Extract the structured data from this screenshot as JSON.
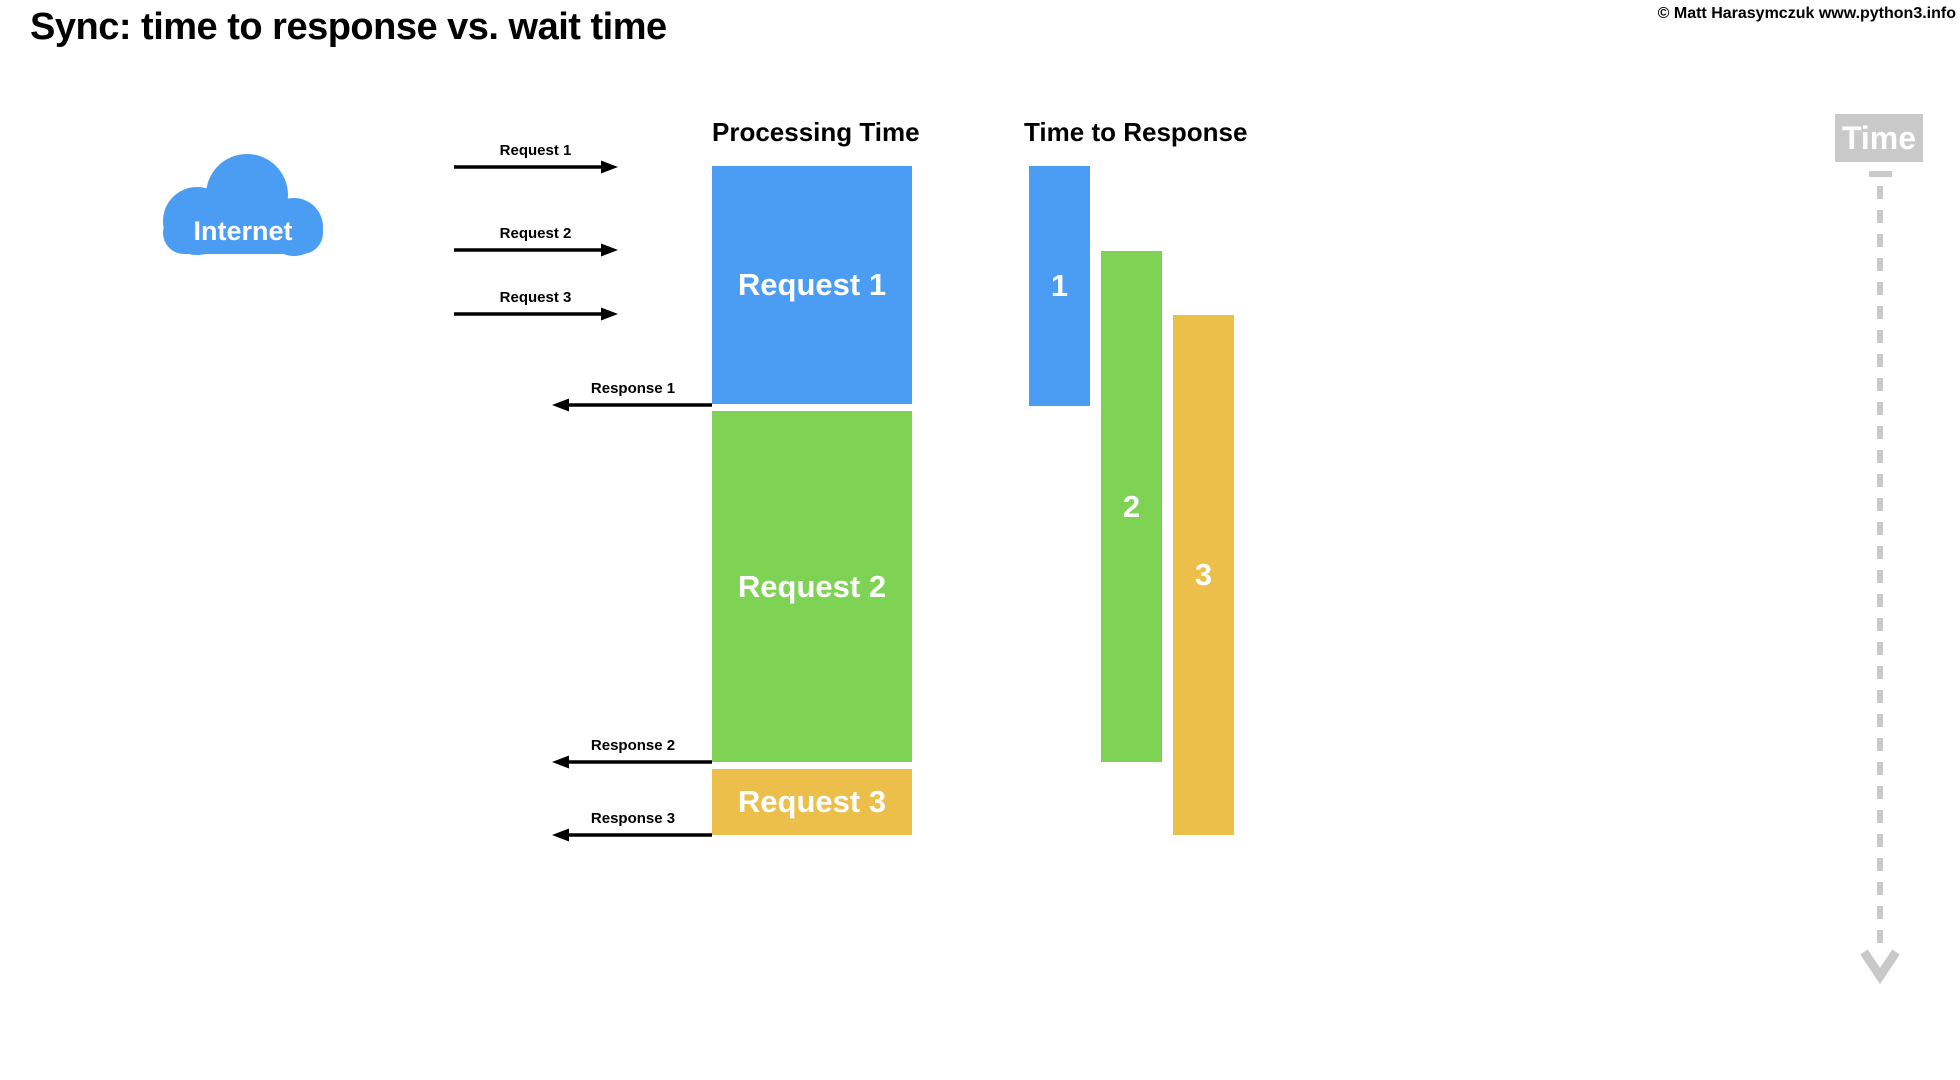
{
  "page": {
    "title": "Sync: time to response vs. wait time",
    "copyright": "© Matt Harasymczuk www.python3.info"
  },
  "cloud": {
    "label": "Internet",
    "color": "#4A9DF3"
  },
  "request_arrows": [
    {
      "label": "Request 1"
    },
    {
      "label": "Request 2"
    },
    {
      "label": "Request 3"
    }
  ],
  "response_arrows": [
    {
      "label": "Response 1"
    },
    {
      "label": "Response 2"
    },
    {
      "label": "Response 3"
    }
  ],
  "processing": {
    "header": "Processing Time",
    "blocks": [
      {
        "label": "Request 1",
        "color": "#4A9DF3"
      },
      {
        "label": "Request 2",
        "color": "#7ED355"
      },
      {
        "label": "Request 3",
        "color": "#EBBF4A"
      }
    ]
  },
  "time_to_response": {
    "header": "Time to Response",
    "bars": [
      {
        "label": "1",
        "color": "#4A9DF3"
      },
      {
        "label": "2",
        "color": "#7ED355"
      },
      {
        "label": "3",
        "color": "#EBBF4A"
      }
    ]
  },
  "timeline": {
    "label": "Time",
    "color": "#C9C9C9"
  }
}
